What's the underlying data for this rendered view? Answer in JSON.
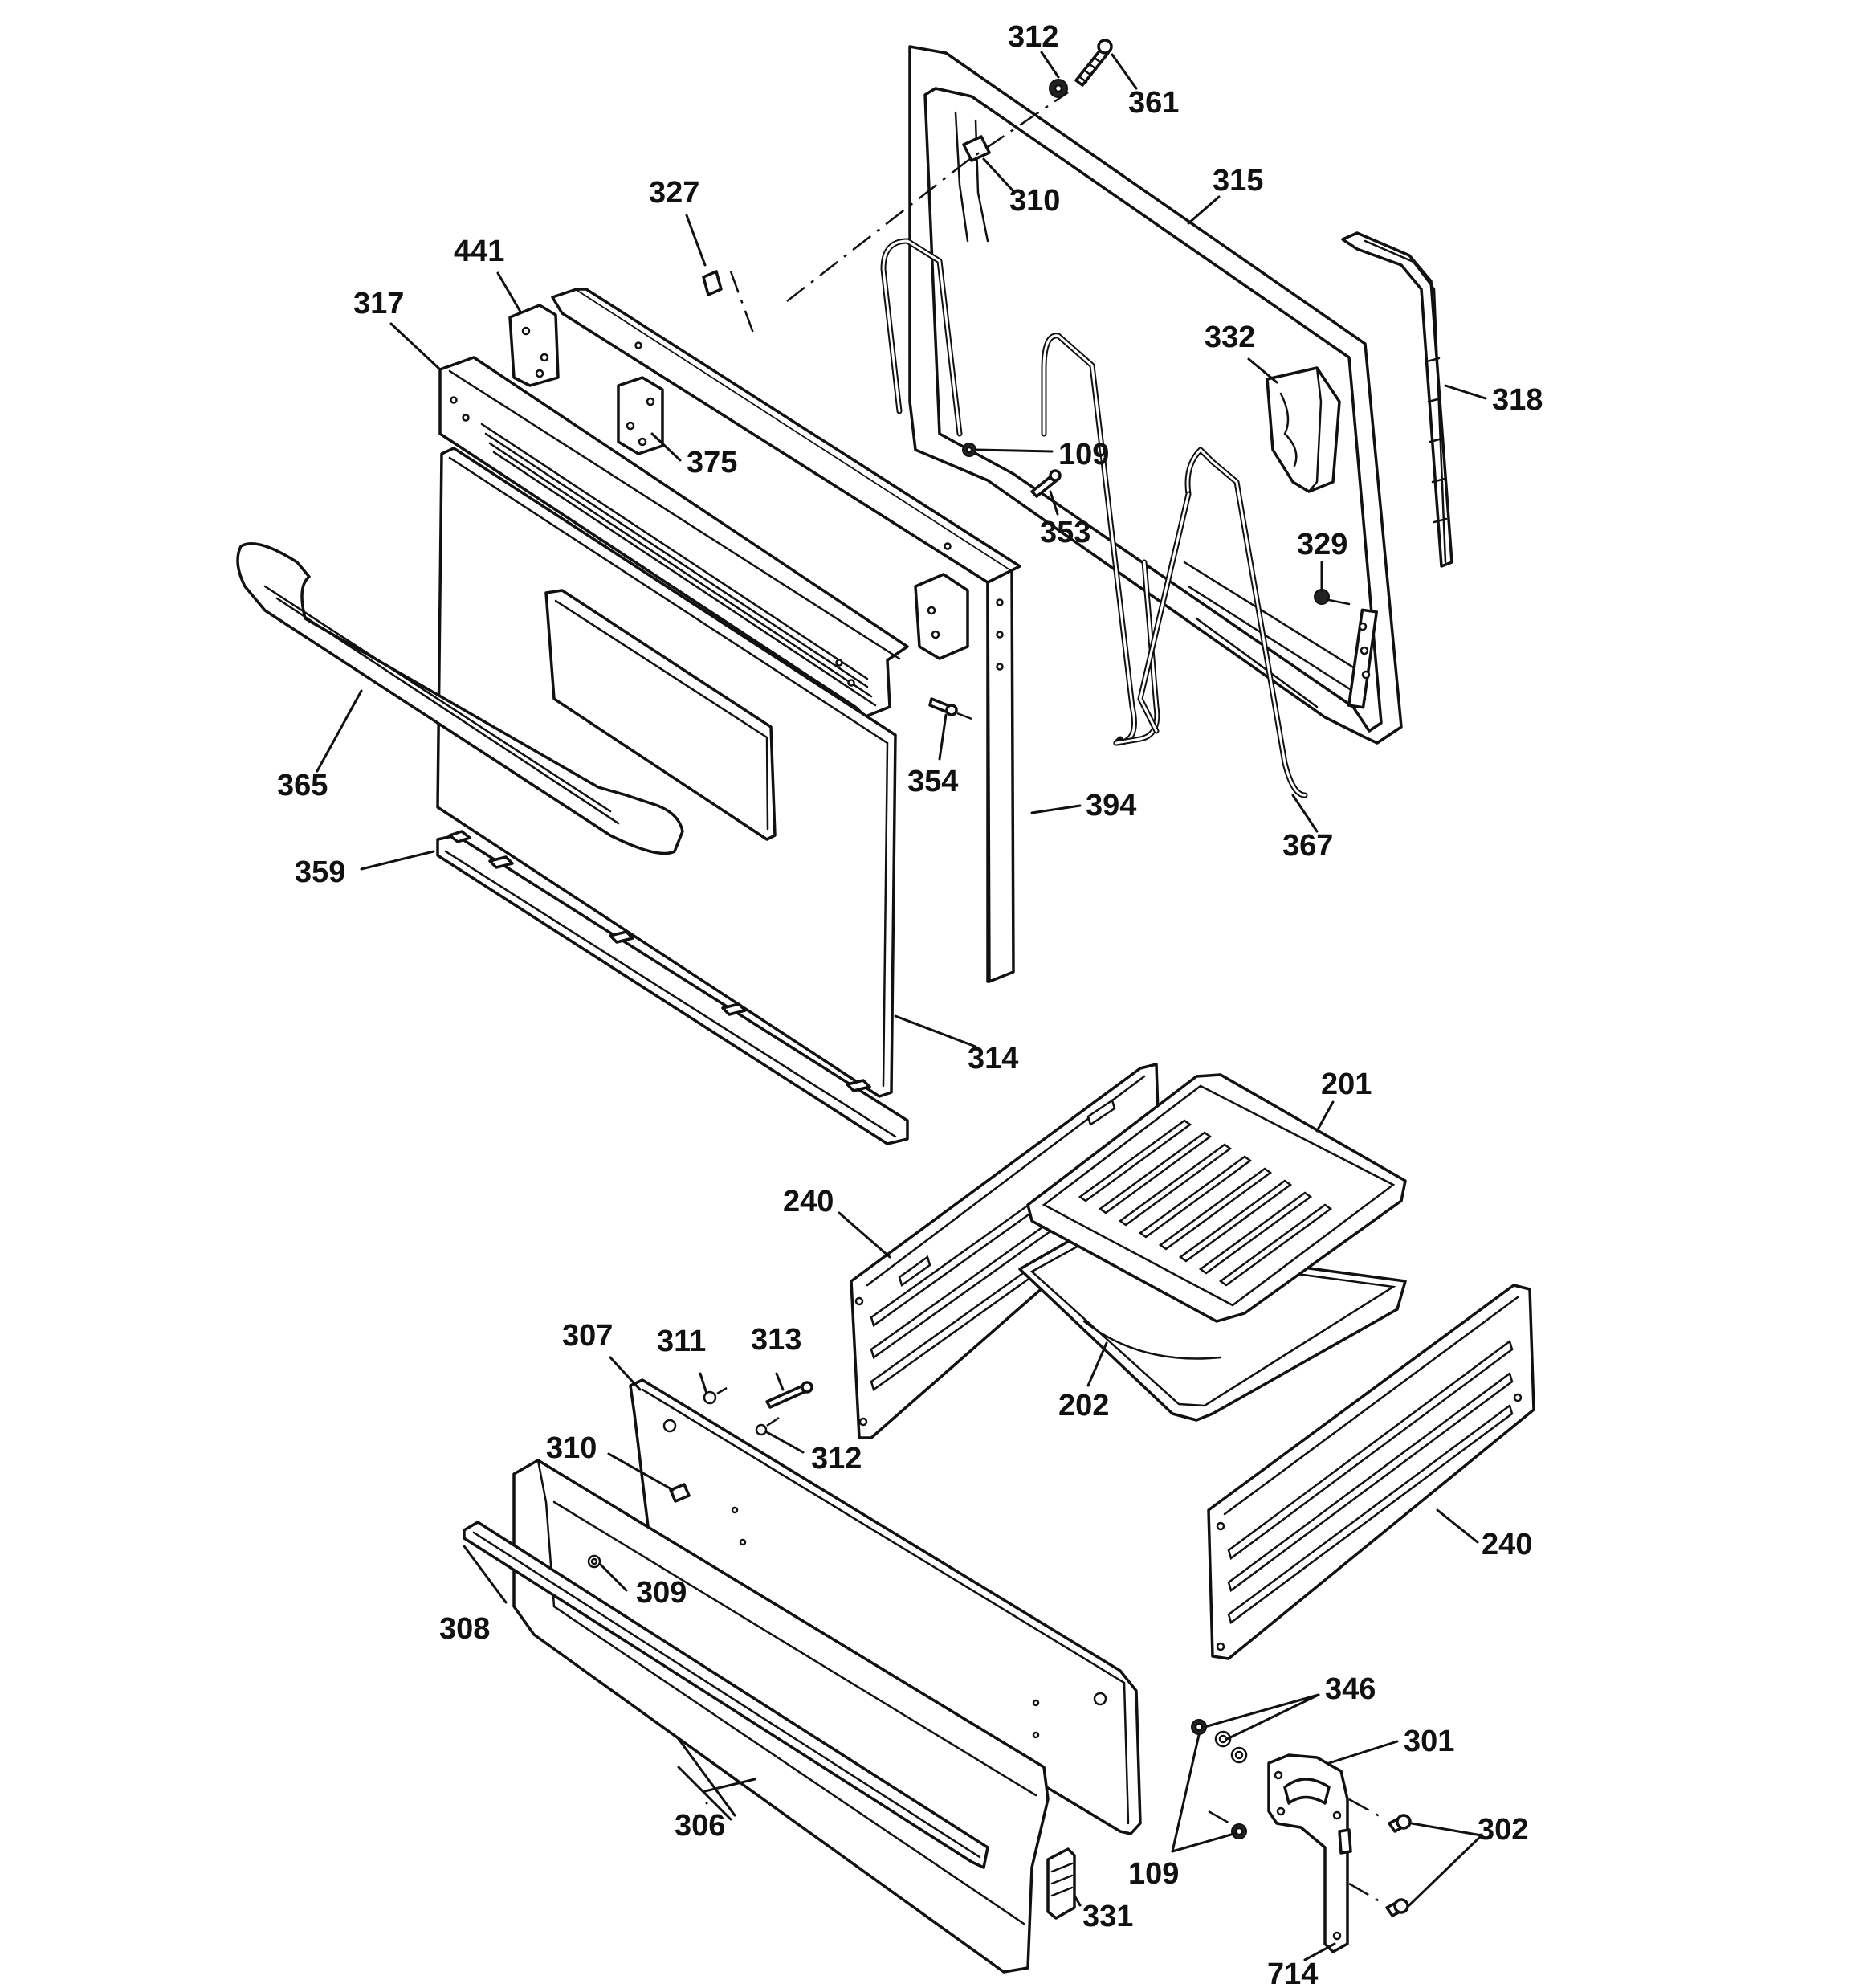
{
  "diagram": {
    "colors": {
      "line": "#111111",
      "background": "#ffffff"
    },
    "labels": [
      {
        "id": "lbl-312-top",
        "text": "312"
      },
      {
        "id": "lbl-361",
        "text": "361"
      },
      {
        "id": "lbl-310-top",
        "text": "310"
      },
      {
        "id": "lbl-315",
        "text": "315"
      },
      {
        "id": "lbl-327",
        "text": "327"
      },
      {
        "id": "lbl-441",
        "text": "441"
      },
      {
        "id": "lbl-317",
        "text": "317"
      },
      {
        "id": "lbl-332",
        "text": "332"
      },
      {
        "id": "lbl-318",
        "text": "318"
      },
      {
        "id": "lbl-375",
        "text": "375"
      },
      {
        "id": "lbl-109-top",
        "text": "109"
      },
      {
        "id": "lbl-353",
        "text": "353"
      },
      {
        "id": "lbl-329",
        "text": "329"
      },
      {
        "id": "lbl-365",
        "text": "365"
      },
      {
        "id": "lbl-354",
        "text": "354"
      },
      {
        "id": "lbl-394",
        "text": "394"
      },
      {
        "id": "lbl-367",
        "text": "367"
      },
      {
        "id": "lbl-359",
        "text": "359"
      },
      {
        "id": "lbl-314",
        "text": "314"
      },
      {
        "id": "lbl-201",
        "text": "201"
      },
      {
        "id": "lbl-240-left",
        "text": "240"
      },
      {
        "id": "lbl-202",
        "text": "202"
      },
      {
        "id": "lbl-307",
        "text": "307"
      },
      {
        "id": "lbl-311",
        "text": "311"
      },
      {
        "id": "lbl-313",
        "text": "313"
      },
      {
        "id": "lbl-312-bottom",
        "text": "312"
      },
      {
        "id": "lbl-310-bottom",
        "text": "310"
      },
      {
        "id": "lbl-240-right",
        "text": "240"
      },
      {
        "id": "lbl-309",
        "text": "309"
      },
      {
        "id": "lbl-308",
        "text": "308"
      },
      {
        "id": "lbl-346",
        "text": "346"
      },
      {
        "id": "lbl-301",
        "text": "301"
      },
      {
        "id": "lbl-306",
        "text": "306"
      },
      {
        "id": "lbl-302",
        "text": "302"
      },
      {
        "id": "lbl-109-bottom",
        "text": "109"
      },
      {
        "id": "lbl-331",
        "text": "331"
      },
      {
        "id": "lbl-714",
        "text": "714"
      }
    ]
  }
}
